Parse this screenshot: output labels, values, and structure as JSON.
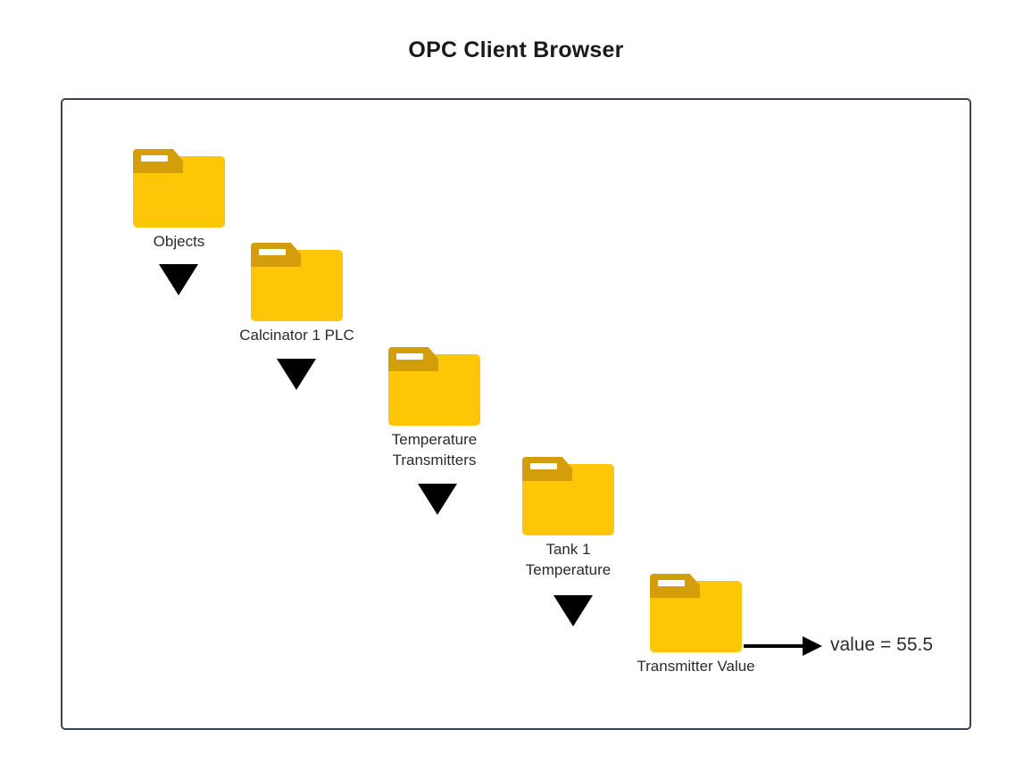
{
  "diagram": {
    "title": "OPC Client Browser",
    "type": "hierarchy-browser-tree",
    "colors": {
      "folder_body": "#FDC606",
      "folder_tab": "#D49E0B",
      "frame_border": "#3b4452",
      "arrow": "#000000",
      "text": "#2b2b2b",
      "background": "#ffffff"
    },
    "nodes": [
      {
        "id": "objects",
        "label": "Objects",
        "icon": "folder-icon",
        "level": 0
      },
      {
        "id": "calcinator-1-plc",
        "label": "Calcinator 1 PLC",
        "icon": "folder-icon",
        "level": 1
      },
      {
        "id": "temperature-transmitters",
        "label_line1": "Temperature",
        "label_line2": "Transmitters",
        "icon": "folder-icon",
        "level": 2
      },
      {
        "id": "tank-1-temperature",
        "label_line1": "Tank 1",
        "label_line2": "Temperature",
        "icon": "folder-icon",
        "level": 3
      },
      {
        "id": "transmitter-value",
        "label": "Transmitter Value",
        "icon": "folder-icon",
        "level": 4
      }
    ],
    "connectors": [
      {
        "id": "arrow-objects-to-plc",
        "icon": "triangle-down-icon"
      },
      {
        "id": "arrow-plc-to-transmitters",
        "icon": "triangle-down-icon"
      },
      {
        "id": "arrow-transmitters-to-tank",
        "icon": "triangle-down-icon"
      },
      {
        "id": "arrow-tank-to-value",
        "icon": "triangle-down-icon"
      },
      {
        "id": "arrow-value-readout",
        "icon": "arrow-right-icon"
      }
    ],
    "value_readout": "value = 55.5"
  }
}
